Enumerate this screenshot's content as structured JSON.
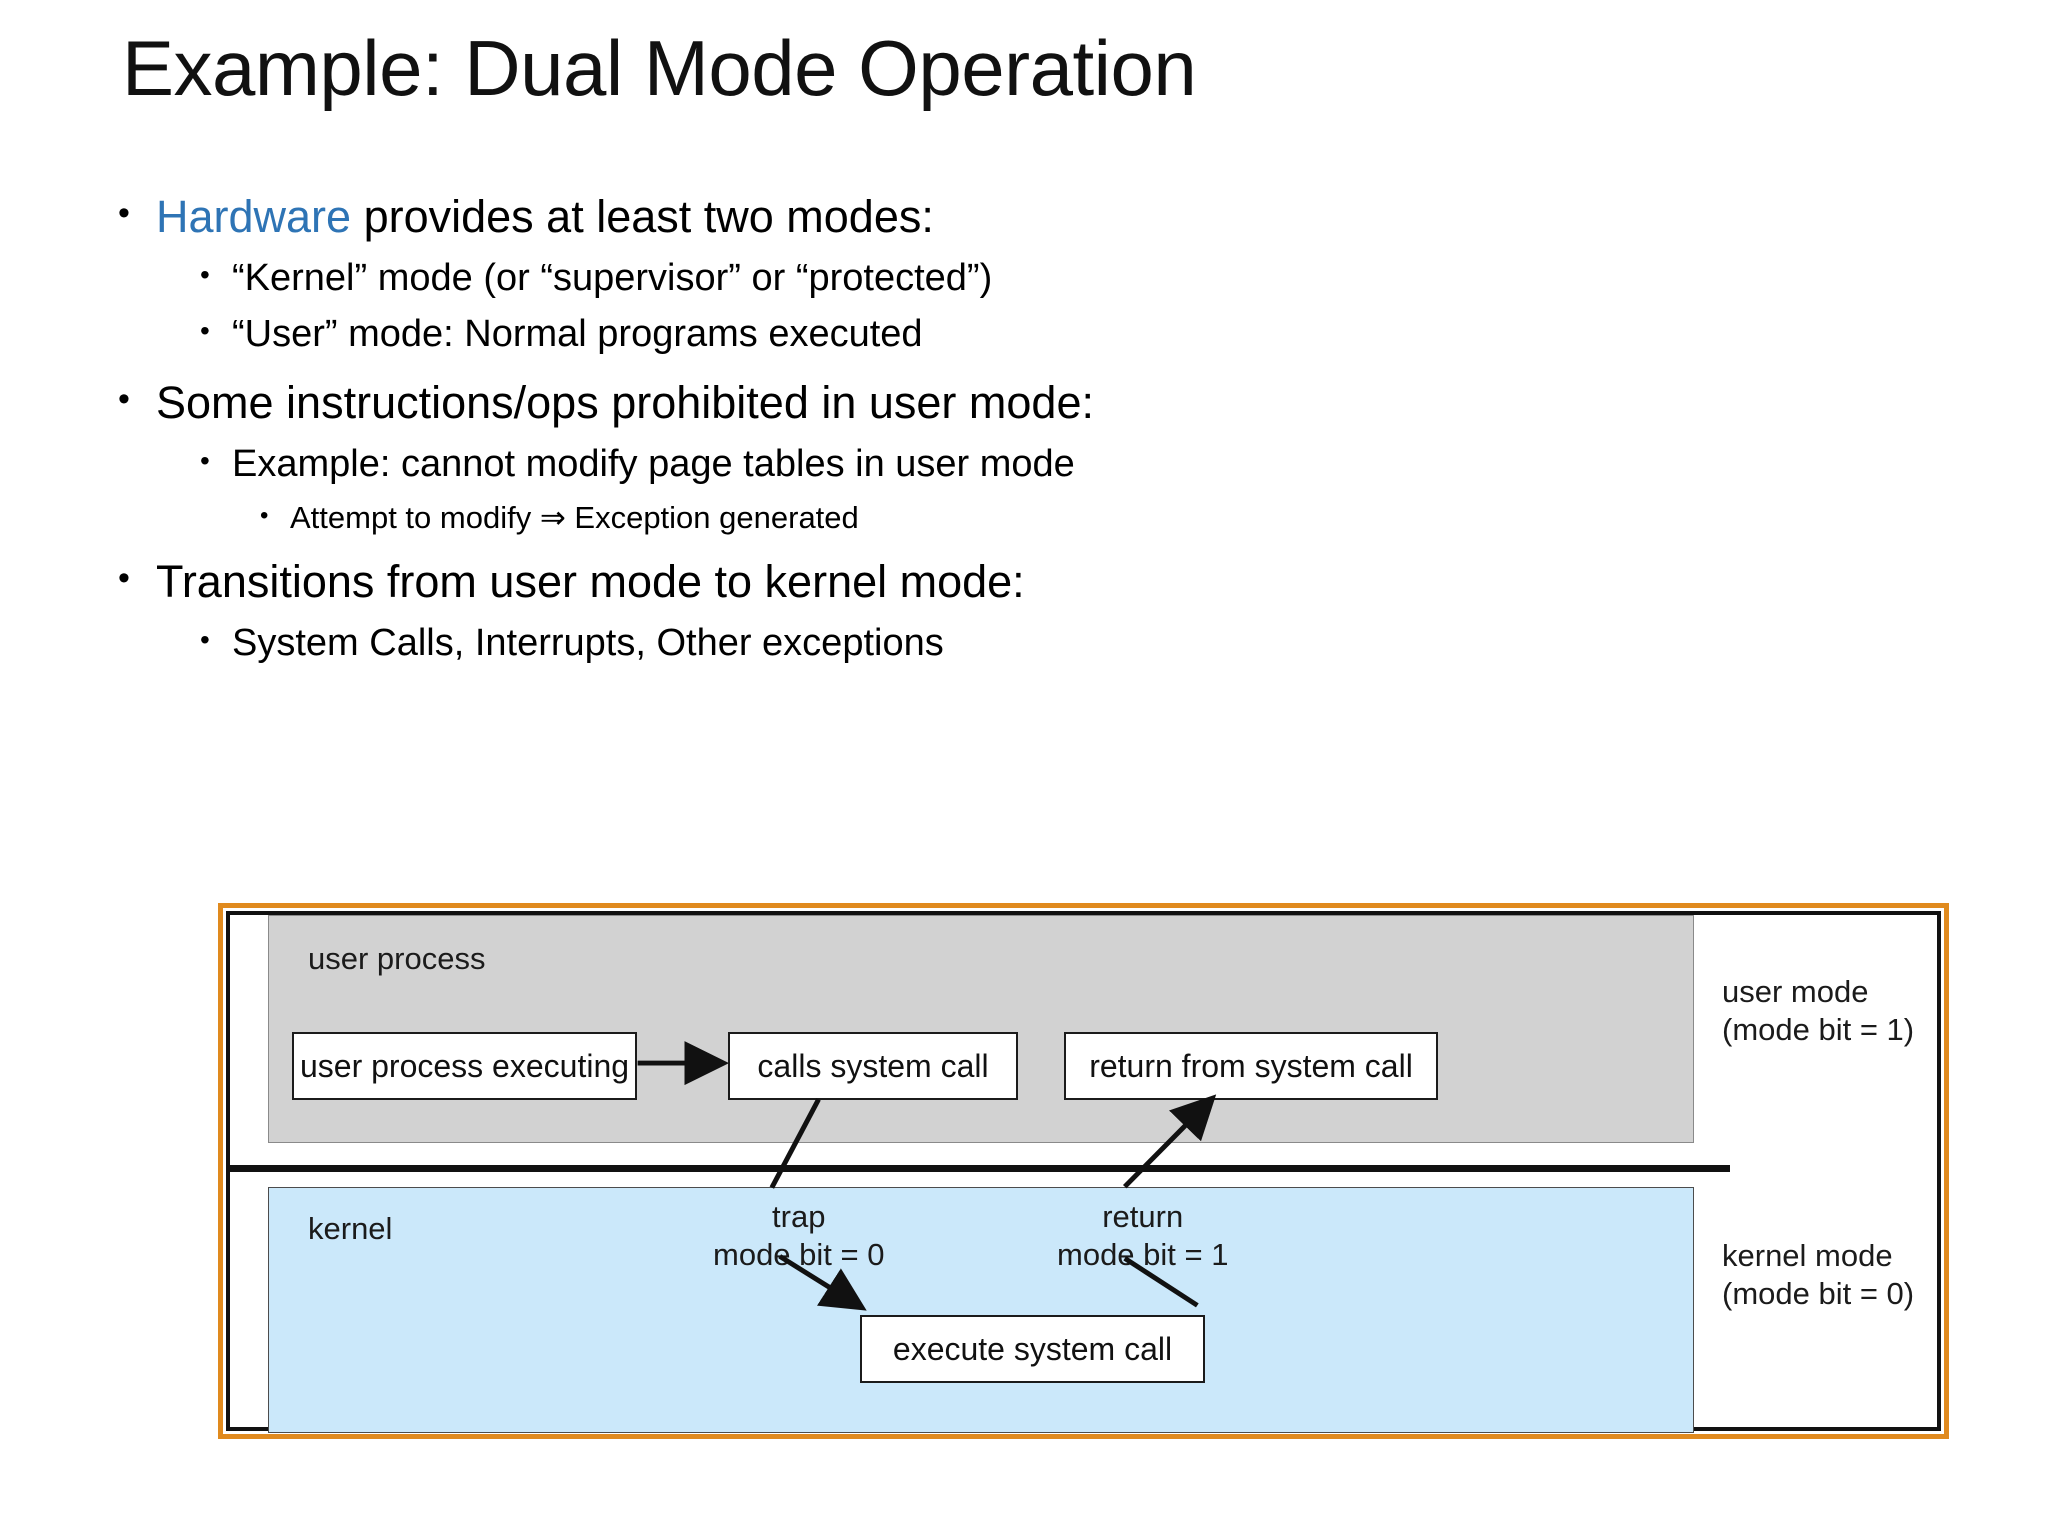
{
  "slide": {
    "title": "Example: Dual Mode Operation",
    "accent_color": "#2E74B5",
    "bullets": [
      {
        "level": 1,
        "marker": "•",
        "lead": "Hardware",
        "text": " provides at least two modes:"
      },
      {
        "level": 2,
        "marker": "•",
        "text": "“Kernel” mode (or “supervisor” or “protected”)"
      },
      {
        "level": 2,
        "marker": "•",
        "text": "“User” mode: Normal programs executed"
      },
      {
        "level": 1,
        "marker": "•",
        "text": "Some instructions/ops prohibited in user mode:"
      },
      {
        "level": 2,
        "marker": "•",
        "text": "Example: cannot modify page tables in user mode"
      },
      {
        "level": 3,
        "marker": "•",
        "text": "Attempt to modify ⇒ Exception generated"
      },
      {
        "level": 1,
        "marker": "•",
        "text": "Transitions from user mode to kernel mode:"
      },
      {
        "level": 2,
        "marker": "•",
        "text": "System Calls, Interrupts, Other exceptions"
      }
    ]
  },
  "figure": {
    "border_color": "#E08A1E",
    "user_region": {
      "label": "user process",
      "fill": "#d2d2d2"
    },
    "kernel_region": {
      "label": "kernel",
      "fill": "#cbe8fa"
    },
    "mode_annotations": {
      "user": "user mode\n(mode bit = 1)",
      "user_line1": "user mode",
      "user_line2": "(mode bit = 1)",
      "kernel_line1": "kernel mode",
      "kernel_line2": "(mode bit = 0)"
    },
    "boxes": {
      "user_process_executing": "user process executing",
      "calls_system_call": "calls system call",
      "return_from_system_call": "return from system call",
      "execute_system_call": "execute system call"
    },
    "transition_labels": {
      "trap_line1": "trap",
      "trap_line2": "mode bit = 0",
      "return_line1": "return",
      "return_line2": "mode bit = 1"
    }
  }
}
